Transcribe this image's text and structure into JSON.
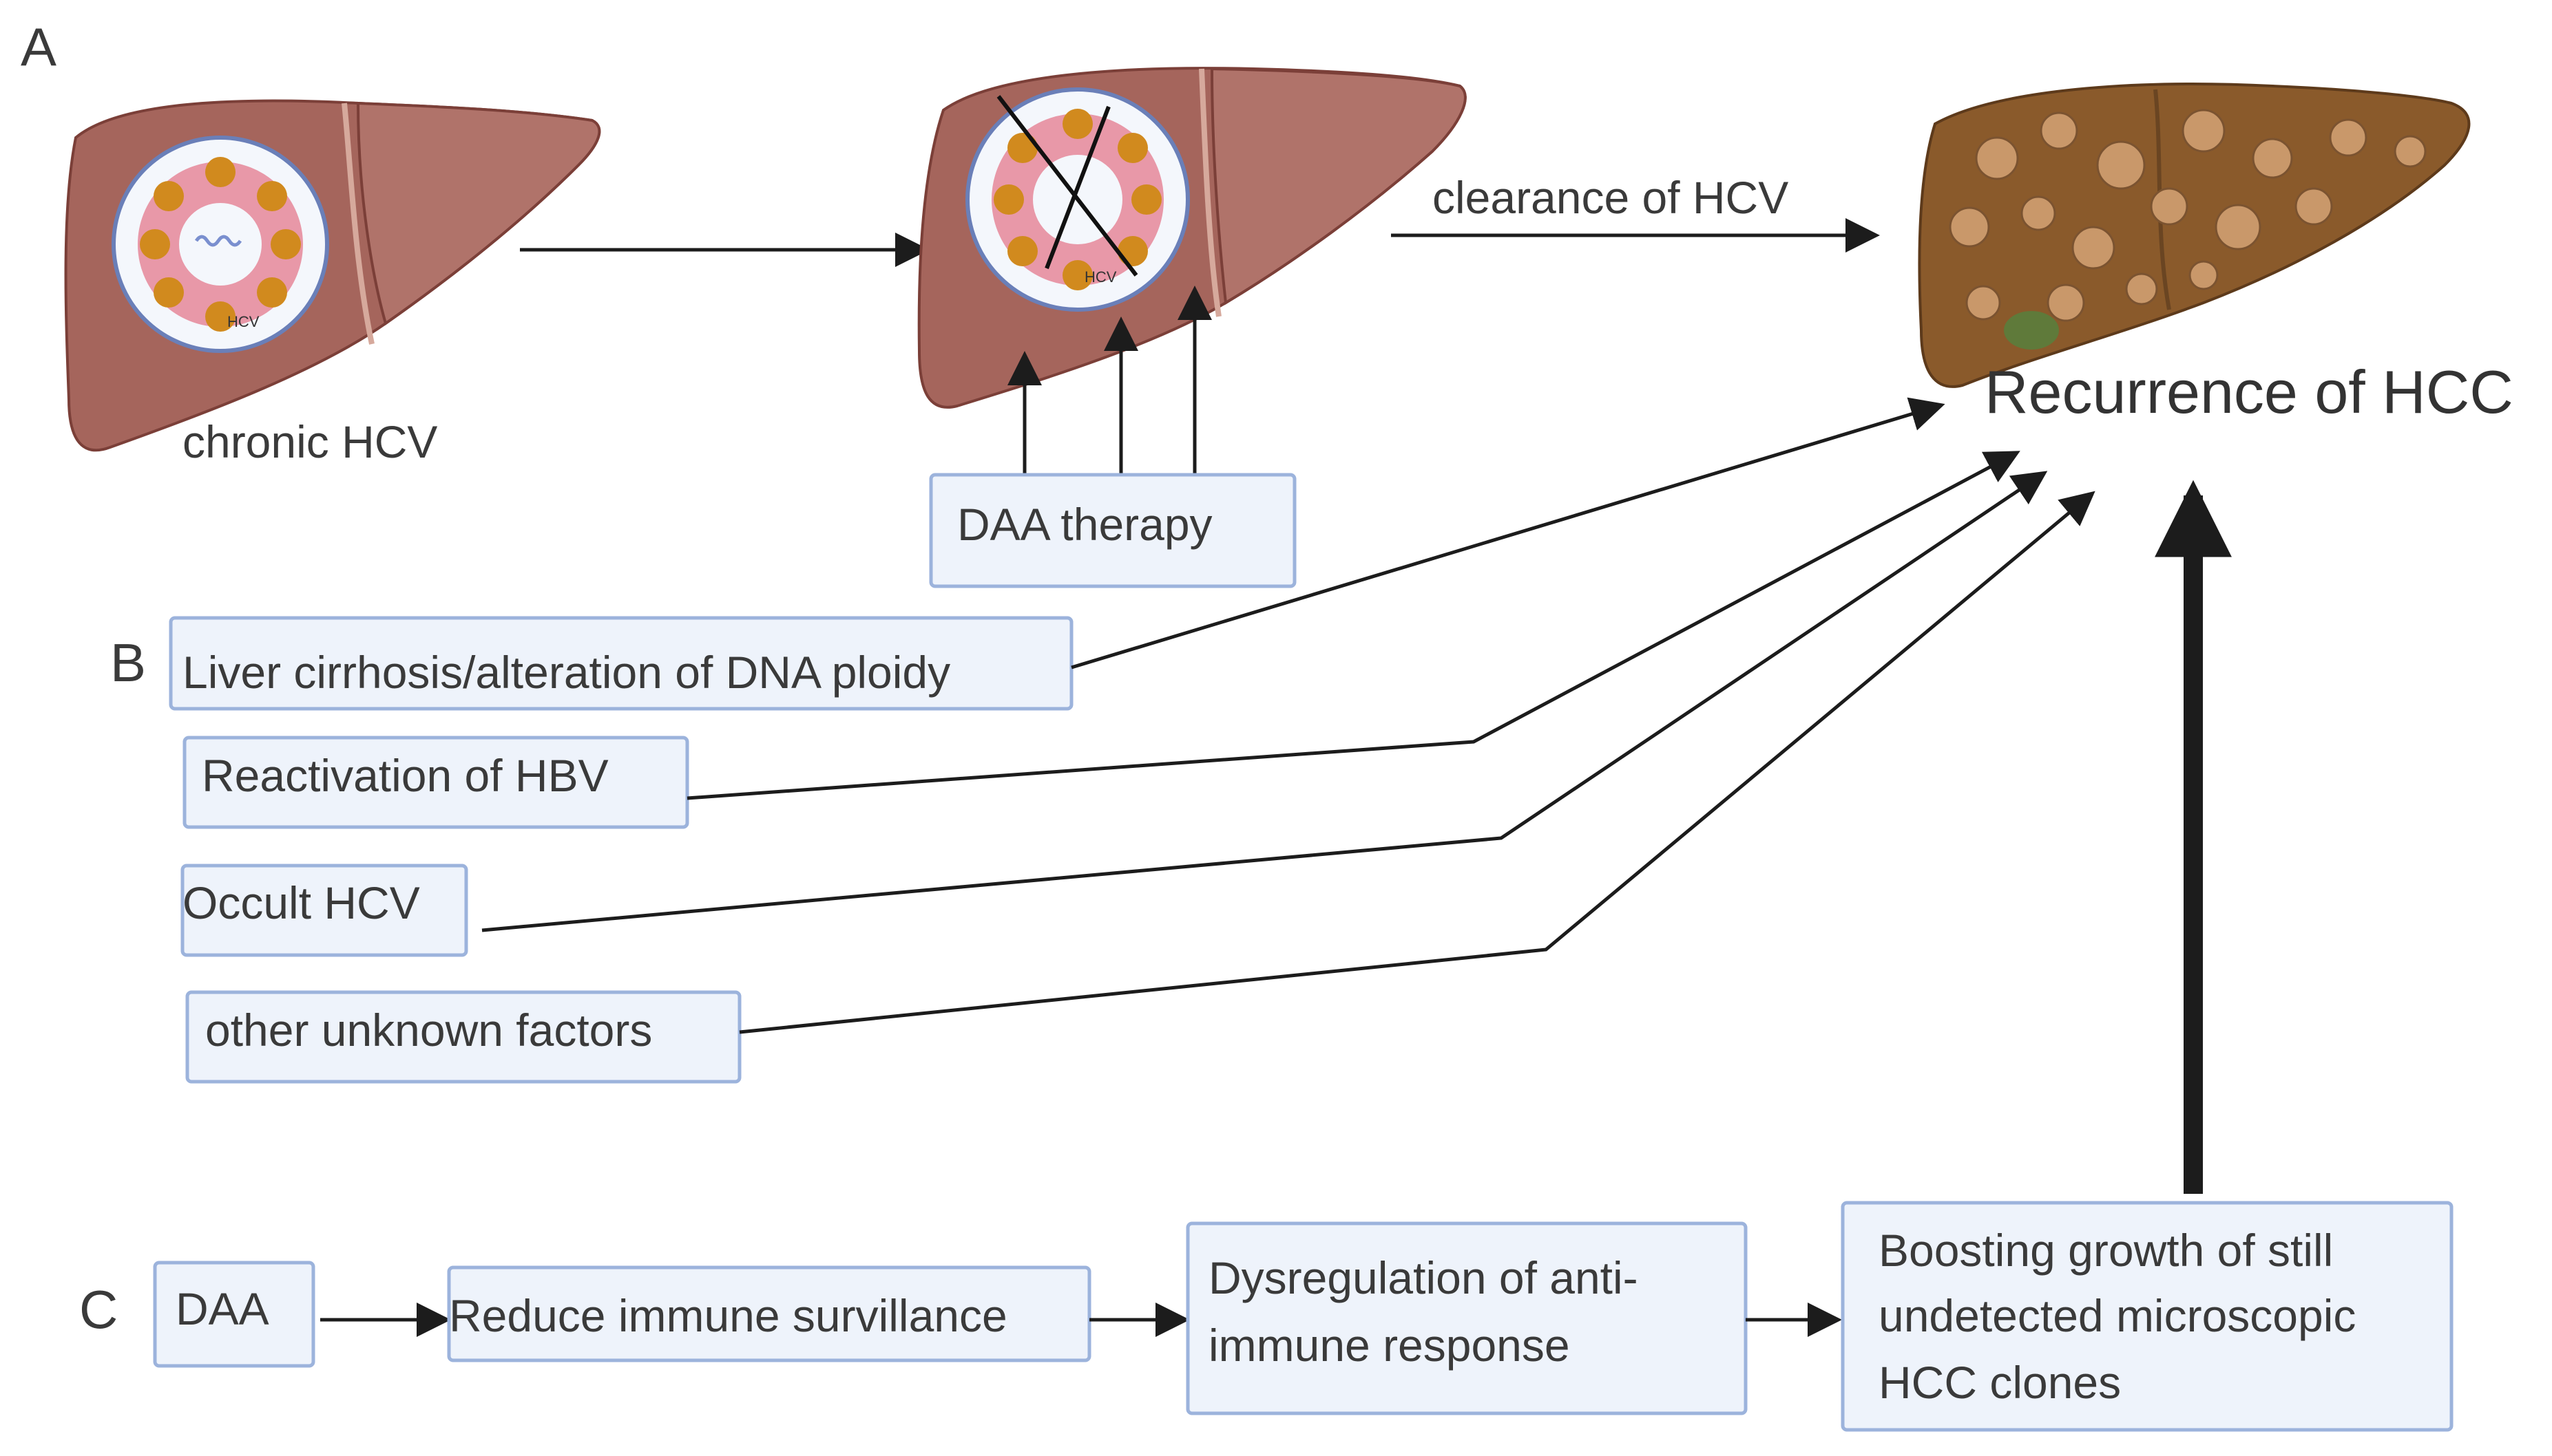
{
  "panels": {
    "a": "A",
    "b": "B",
    "c": "C"
  },
  "panel_a": {
    "liver1_caption": "chronic HCV",
    "virus1_label": "HCV",
    "virus2_label": "HCV",
    "clearance_label": "clearance of HCV",
    "daa_therapy_box": "DAA therapy",
    "recurrence_label": "Recurrence of HCC"
  },
  "panel_b": {
    "factors": [
      "Liver cirrhosis/alteration of DNA ploidy",
      "Reactivation of HBV",
      "Occult HCV",
      "other unknown factors"
    ]
  },
  "panel_c": {
    "daa_box": "DAA",
    "step1": "Reduce immune survillance",
    "step2_line1": "Dysregulation of anti-",
    "step2_line2": "immune response",
    "step3_line1": "Boosting growth of still",
    "step3_line2": "undetected microscopic",
    "step3_line3": "HCC clones"
  },
  "colors": {
    "box_fill": "#eef3fb",
    "box_border": "#9cb3dc",
    "liver": "#a5655c",
    "hcc_liver": "#8a5a2b",
    "arrow": "#1c1c1c"
  }
}
